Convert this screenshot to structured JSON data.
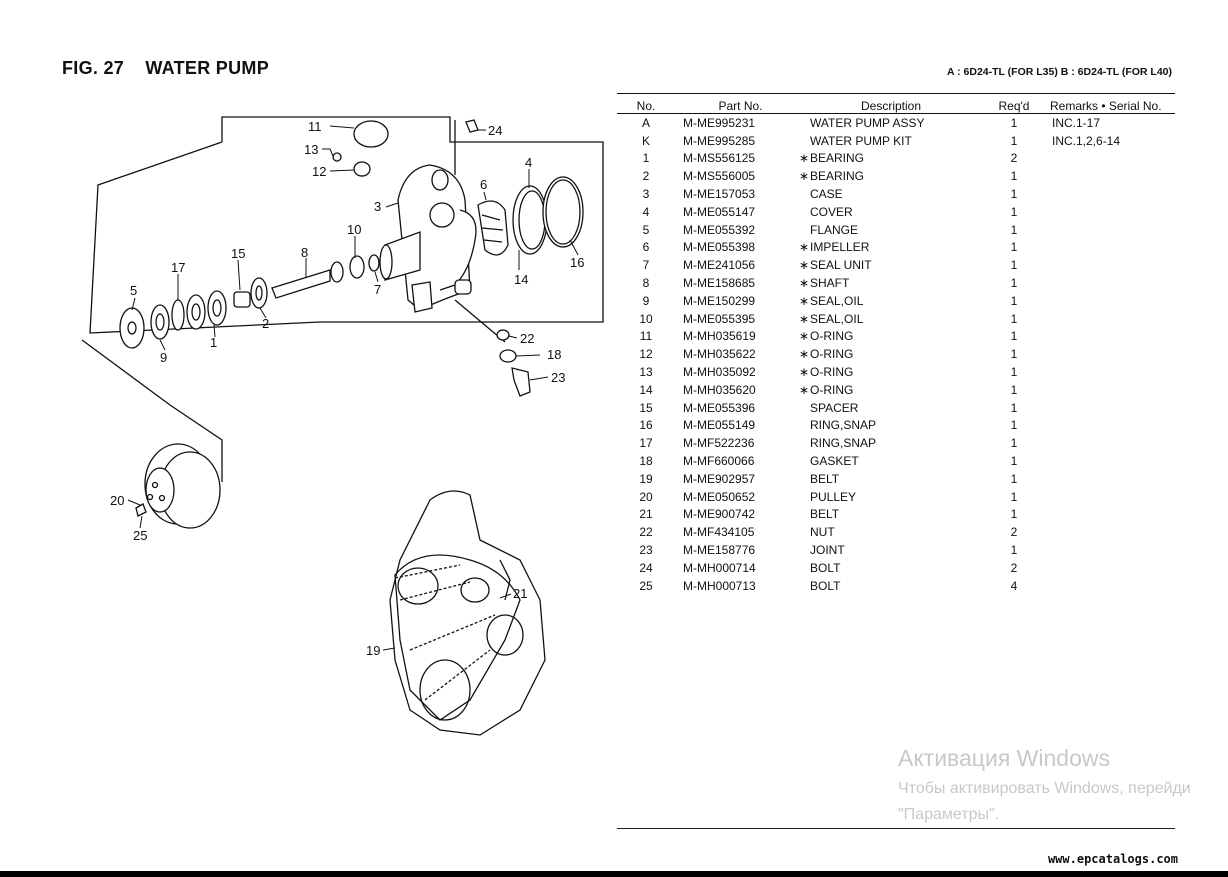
{
  "header": {
    "fig_label": "FIG. 27",
    "fig_title": "WATER PUMP",
    "legend": "A : 6D24-TL (FOR L35)   B : 6D24-TL (FOR L40)"
  },
  "table": {
    "columns": [
      "No.",
      "Part No.",
      "Description",
      "Req'd",
      "Remarks • Serial No."
    ],
    "rows": [
      {
        "no": "A",
        "part": "M-ME995231",
        "mark": "",
        "desc": "WATER PUMP ASSY",
        "req": "1",
        "remarks": "INC.1-17"
      },
      {
        "no": "K",
        "part": "M-ME995285",
        "mark": "",
        "desc": "WATER PUMP KIT",
        "req": "1",
        "remarks": "INC.1,2,6-14"
      },
      {
        "no": "1",
        "part": "M-MS556125",
        "mark": "∗",
        "desc": "BEARING",
        "req": "2",
        "remarks": ""
      },
      {
        "no": "2",
        "part": "M-MS556005",
        "mark": "∗",
        "desc": "BEARING",
        "req": "1",
        "remarks": ""
      },
      {
        "no": "3",
        "part": "M-ME157053",
        "mark": "",
        "desc": "CASE",
        "req": "1",
        "remarks": ""
      },
      {
        "no": "4",
        "part": "M-ME055147",
        "mark": "",
        "desc": "COVER",
        "req": "1",
        "remarks": ""
      },
      {
        "no": "5",
        "part": "M-ME055392",
        "mark": "",
        "desc": "FLANGE",
        "req": "1",
        "remarks": ""
      },
      {
        "no": "6",
        "part": "M-ME055398",
        "mark": "∗",
        "desc": "IMPELLER",
        "req": "1",
        "remarks": ""
      },
      {
        "no": "7",
        "part": "M-ME241056",
        "mark": "∗",
        "desc": "SEAL UNIT",
        "req": "1",
        "remarks": ""
      },
      {
        "no": "8",
        "part": "M-ME158685",
        "mark": "∗",
        "desc": "SHAFT",
        "req": "1",
        "remarks": ""
      },
      {
        "no": "9",
        "part": "M-ME150299",
        "mark": "∗",
        "desc": "SEAL,OIL",
        "req": "1",
        "remarks": ""
      },
      {
        "no": "10",
        "part": "M-ME055395",
        "mark": "∗",
        "desc": "SEAL,OIL",
        "req": "1",
        "remarks": ""
      },
      {
        "no": "11",
        "part": "M-MH035619",
        "mark": "∗",
        "desc": "O-RING",
        "req": "1",
        "remarks": ""
      },
      {
        "no": "12",
        "part": "M-MH035622",
        "mark": "∗",
        "desc": "O-RING",
        "req": "1",
        "remarks": ""
      },
      {
        "no": "13",
        "part": "M-MH035092",
        "mark": "∗",
        "desc": "O-RING",
        "req": "1",
        "remarks": ""
      },
      {
        "no": "14",
        "part": "M-MH035620",
        "mark": "∗",
        "desc": "O-RING",
        "req": "1",
        "remarks": ""
      },
      {
        "no": "15",
        "part": "M-ME055396",
        "mark": "",
        "desc": "SPACER",
        "req": "1",
        "remarks": ""
      },
      {
        "no": "16",
        "part": "M-ME055149",
        "mark": "",
        "desc": "RING,SNAP",
        "req": "1",
        "remarks": ""
      },
      {
        "no": "17",
        "part": "M-MF522236",
        "mark": "",
        "desc": "RING,SNAP",
        "req": "1",
        "remarks": ""
      },
      {
        "no": "18",
        "part": "M-MF660066",
        "mark": "",
        "desc": "GASKET",
        "req": "1",
        "remarks": ""
      },
      {
        "no": "19",
        "part": "M-ME902957",
        "mark": "",
        "desc": "BELT",
        "req": "1",
        "remarks": ""
      },
      {
        "no": "20",
        "part": "M-ME050652",
        "mark": "",
        "desc": "PULLEY",
        "req": "1",
        "remarks": ""
      },
      {
        "no": "21",
        "part": "M-ME900742",
        "mark": "",
        "desc": "BELT",
        "req": "1",
        "remarks": ""
      },
      {
        "no": "22",
        "part": "M-MF434105",
        "mark": "",
        "desc": "NUT",
        "req": "2",
        "remarks": ""
      },
      {
        "no": "23",
        "part": "M-ME158776",
        "mark": "",
        "desc": "JOINT",
        "req": "1",
        "remarks": ""
      },
      {
        "no": "24",
        "part": "M-MH000714",
        "mark": "",
        "desc": "BOLT",
        "req": "2",
        "remarks": ""
      },
      {
        "no": "25",
        "part": "M-MH000713",
        "mark": "",
        "desc": "BOLT",
        "req": "4",
        "remarks": ""
      }
    ]
  },
  "callouts": [
    "1",
    "2",
    "3",
    "4",
    "5",
    "6",
    "7",
    "8",
    "9",
    "10",
    "11",
    "12",
    "13",
    "14",
    "15",
    "16",
    "17",
    "18",
    "19",
    "20",
    "21",
    "22",
    "23",
    "24",
    "25"
  ],
  "watermark": {
    "title": "Активация Windows",
    "line1": "Чтобы активировать Windows, перейди",
    "line2": "\"Параметры\"."
  },
  "footer": {
    "site": "www.epcatalogs.com"
  }
}
